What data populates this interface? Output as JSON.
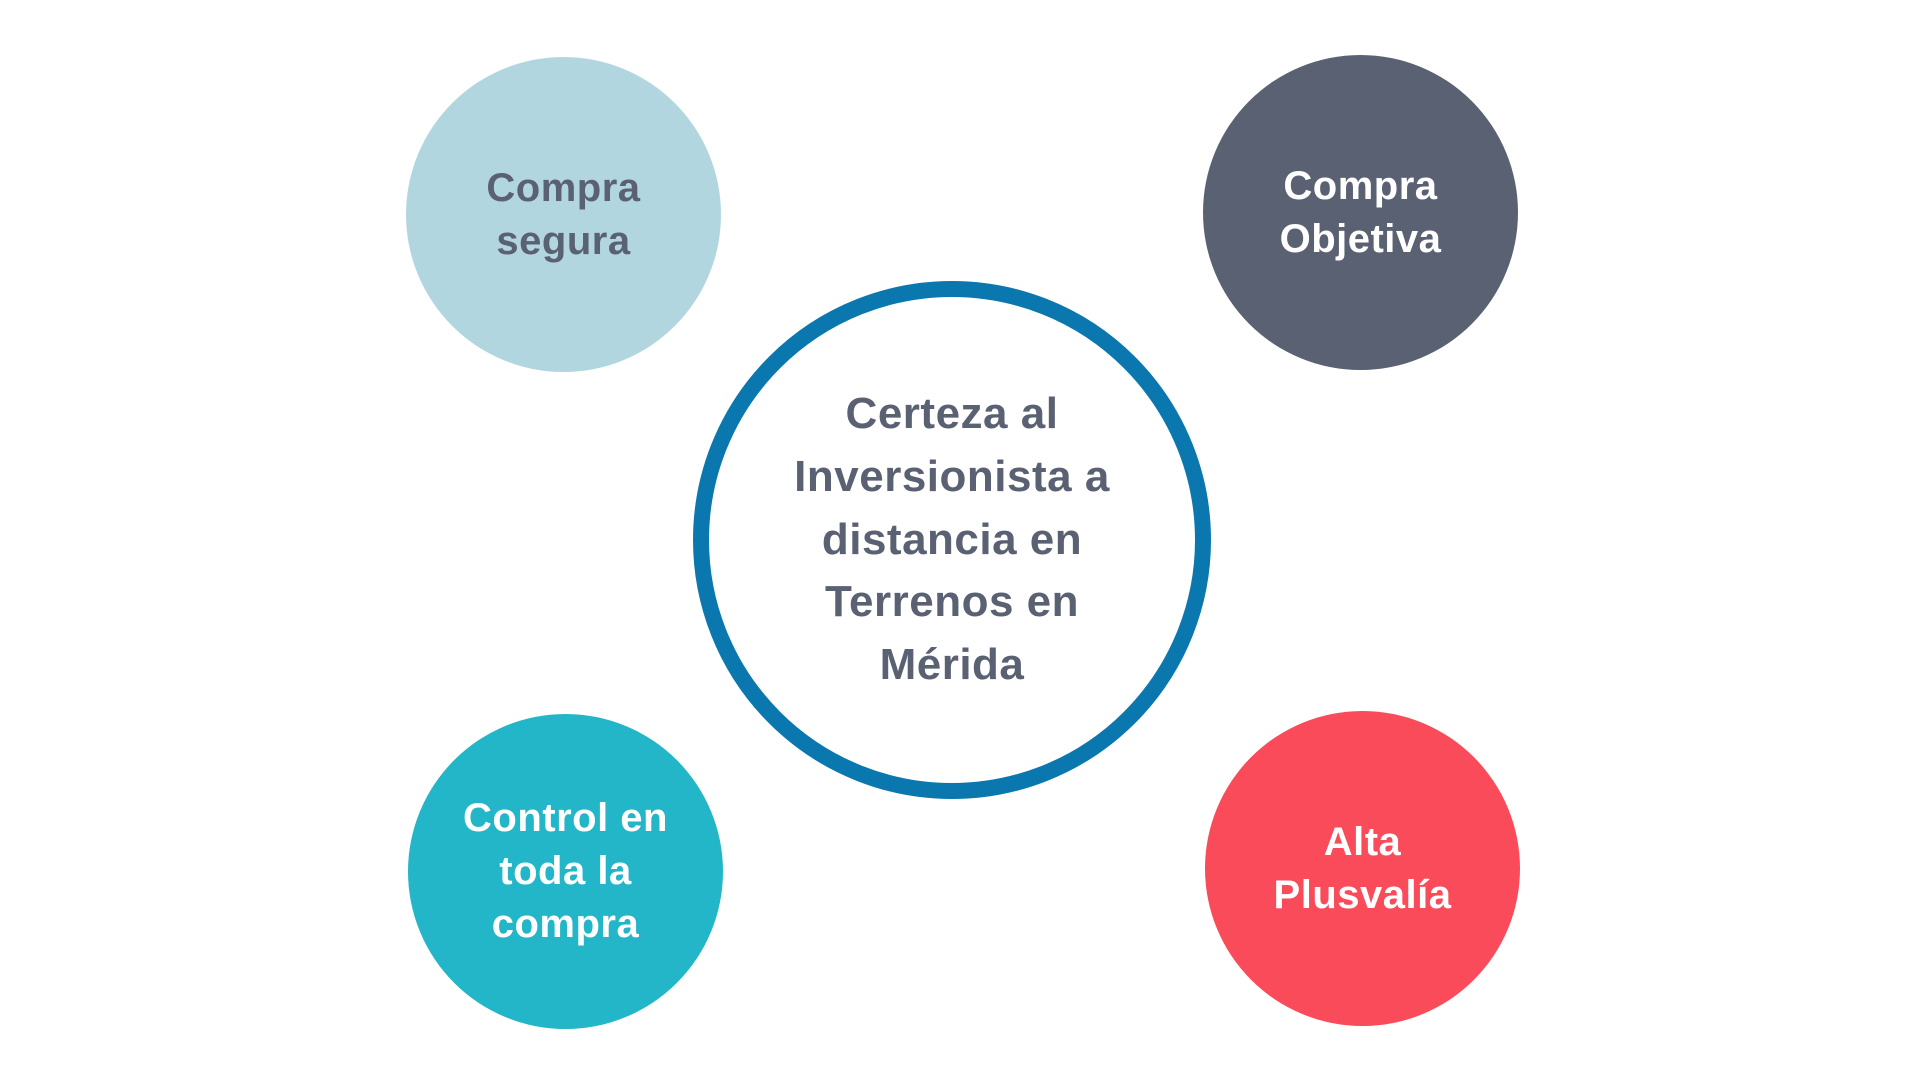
{
  "diagram": {
    "title_concept": "Certeza al Inversionista a distancia en Terrenos en Mérida",
    "background_color": "#ffffff",
    "center": {
      "lines": [
        "Certeza al",
        "Inversionista a",
        "distancia en",
        "Terrenos en",
        "Mérida"
      ],
      "text_color": "#5a6172",
      "ring_color": "#0b77af",
      "fill_color": "#ffffff"
    },
    "nodes": [
      {
        "id": "compra-segura",
        "position": "top-left",
        "lines": [
          "Compra",
          "segura"
        ],
        "fill_color": "#b2d6e0",
        "text_color": "#5a6172"
      },
      {
        "id": "compra-objetiva",
        "position": "top-right",
        "lines": [
          "Compra",
          "Objetiva"
        ],
        "fill_color": "#5a6172",
        "text_color": "#ffffff"
      },
      {
        "id": "control-en-toda-la-compra",
        "position": "bottom-left",
        "lines": [
          "Control en",
          "toda la",
          "compra"
        ],
        "fill_color": "#23b5c8",
        "text_color": "#ffffff"
      },
      {
        "id": "alta-plusvalia",
        "position": "bottom-right",
        "lines": [
          "Alta",
          "Plusvalía"
        ],
        "fill_color": "#f94b59",
        "text_color": "#ffffff"
      }
    ]
  }
}
